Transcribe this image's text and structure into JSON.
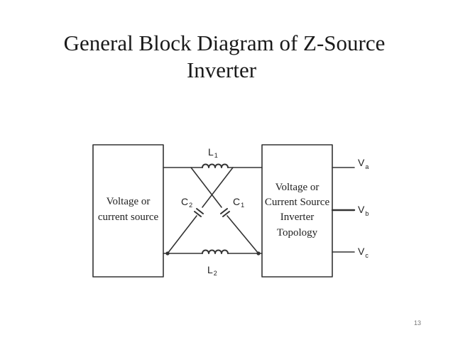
{
  "title": {
    "line1": "General Block Diagram of Z-Source",
    "line2": "Inverter"
  },
  "diagram": {
    "source_block": {
      "line1": "Voltage or",
      "line2": "current source"
    },
    "inverter_block": {
      "line1": "Voltage or",
      "line2": "Current Source",
      "line3": "Inverter",
      "line4": "Topology"
    },
    "inductor_top": {
      "base": "L",
      "sub": "1"
    },
    "inductor_bottom": {
      "base": "L",
      "sub": "2"
    },
    "capacitor_left": {
      "base": "C",
      "sub": "2"
    },
    "capacitor_right": {
      "base": "C",
      "sub": "1"
    },
    "outputs": [
      {
        "base": "V",
        "sub": "a"
      },
      {
        "base": "V",
        "sub": "b"
      },
      {
        "base": "V",
        "sub": "c"
      }
    ]
  },
  "page_number": "13"
}
